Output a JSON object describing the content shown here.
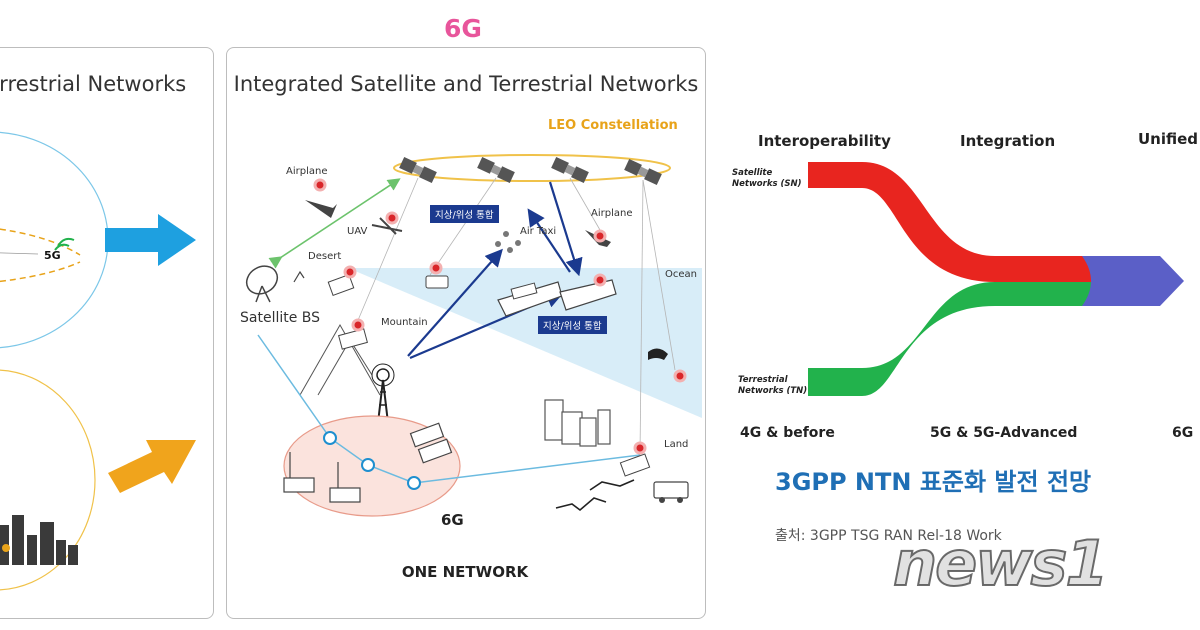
{
  "header": {
    "generation": "6G"
  },
  "left_panel": {
    "title": "Terrestrial Networks",
    "badge": "5G"
  },
  "middle_panel": {
    "title": "Integrated Satellite and Terrestrial Networks",
    "constellation": "LEO Constellation",
    "labels": {
      "airplane_left": "Airplane",
      "airplane_right": "Airplane",
      "uav": "UAV",
      "desert": "Desert",
      "air_taxi": "Air Taxi",
      "ocean": "Ocean",
      "mountain": "Mountain",
      "land": "Land",
      "satellite_bs": "Satellite BS",
      "network_6g": "6G",
      "one_network": "ONE NETWORK"
    },
    "integration_tags": [
      "지상/위성 통합",
      "지상/위성 통합"
    ]
  },
  "evolution": {
    "stages": [
      "Interoperability",
      "Integration",
      "Unified"
    ],
    "satellite_label": [
      "Satellite",
      "Networks (SN)"
    ],
    "terrestrial_label": [
      "Terrestrial",
      "Networks (TN)"
    ],
    "generations": [
      "4G & before",
      "5G & 5G-Advanced",
      "6G"
    ],
    "colors": {
      "satellite": "#e8251f",
      "terrestrial": "#22b24c",
      "unified": "#5b5fc7"
    }
  },
  "caption": {
    "title": "3GPP NTN 표준화 발전 전망",
    "source": "출처: 3GPP  TSG  RAN  Rel-18  Work"
  },
  "watermark": "news1"
}
